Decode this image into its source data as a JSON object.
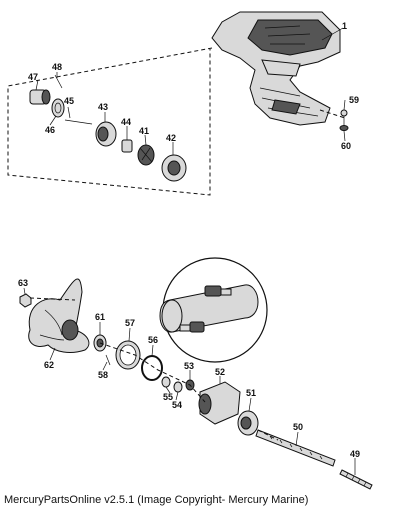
{
  "callouts": {
    "c1": "1",
    "c59": "59",
    "c60": "60",
    "c47": "47",
    "c48": "48",
    "c45": "45",
    "c46": "46",
    "c43": "43",
    "c44": "44",
    "c41": "41",
    "c42": "42",
    "c63": "63",
    "c61": "61",
    "c57": "57",
    "c56": "56",
    "c62": "62",
    "c58": "58",
    "c53": "53",
    "c52": "52",
    "c55": "55",
    "c54": "54",
    "c51": "51",
    "c50": "50",
    "c49": "49"
  },
  "caption": "MercuryPartsOnline v2.5.1 (Image Copyright- Mercury Marine)"
}
